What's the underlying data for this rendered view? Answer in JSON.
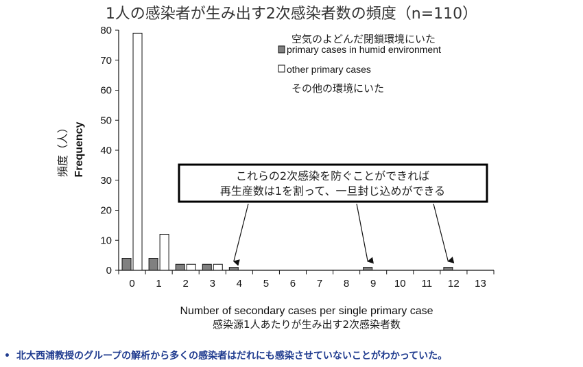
{
  "title": "1人の感染者が生み出す2次感染者数の頻度（n=110）",
  "chart_data": {
    "type": "bar",
    "categories": [
      "0",
      "1",
      "2",
      "3",
      "4",
      "5",
      "6",
      "7",
      "8",
      "9",
      "10",
      "11",
      "12",
      "13"
    ],
    "series": [
      {
        "name": "primary cases in humid environment",
        "values": [
          4,
          4,
          2,
          2,
          1,
          0,
          0,
          0,
          0,
          1,
          0,
          0,
          1,
          0
        ],
        "color": "#808080"
      },
      {
        "name": "other primary cases",
        "values": [
          79,
          12,
          2,
          2,
          0,
          0,
          0,
          0,
          0,
          0,
          0,
          0,
          0,
          0
        ],
        "color": "#ffffff"
      }
    ],
    "y_ticks": [
      "0",
      "10",
      "20",
      "30",
      "40",
      "50",
      "60",
      "70",
      "80"
    ],
    "ylim": [
      0,
      80
    ],
    "ylabel_jp": "頻度（人）",
    "ylabel_en": "Frequency",
    "xlabel_en": "Number of secondary cases per single primary case",
    "xlabel_jp": "感染源1人あたりが生み出す2次感染者数",
    "legend": {
      "placement": "top-right",
      "jp_humid": "空気のよどんだ閉鎖環境にいた",
      "jp_other": "その他の環境にいた"
    },
    "annotation": {
      "line1": "これらの2次感染を防ぐことができれば",
      "line2": "再生産数は1を割って、一旦封じ込めができる",
      "arrow_targets": [
        "4",
        "9",
        "12"
      ]
    },
    "grid": false
  },
  "footer": {
    "bullet": "•",
    "text": "北大西浦教授のグループの解析から多くの感染者はだれにも感染させていないことがわかっていた。"
  }
}
